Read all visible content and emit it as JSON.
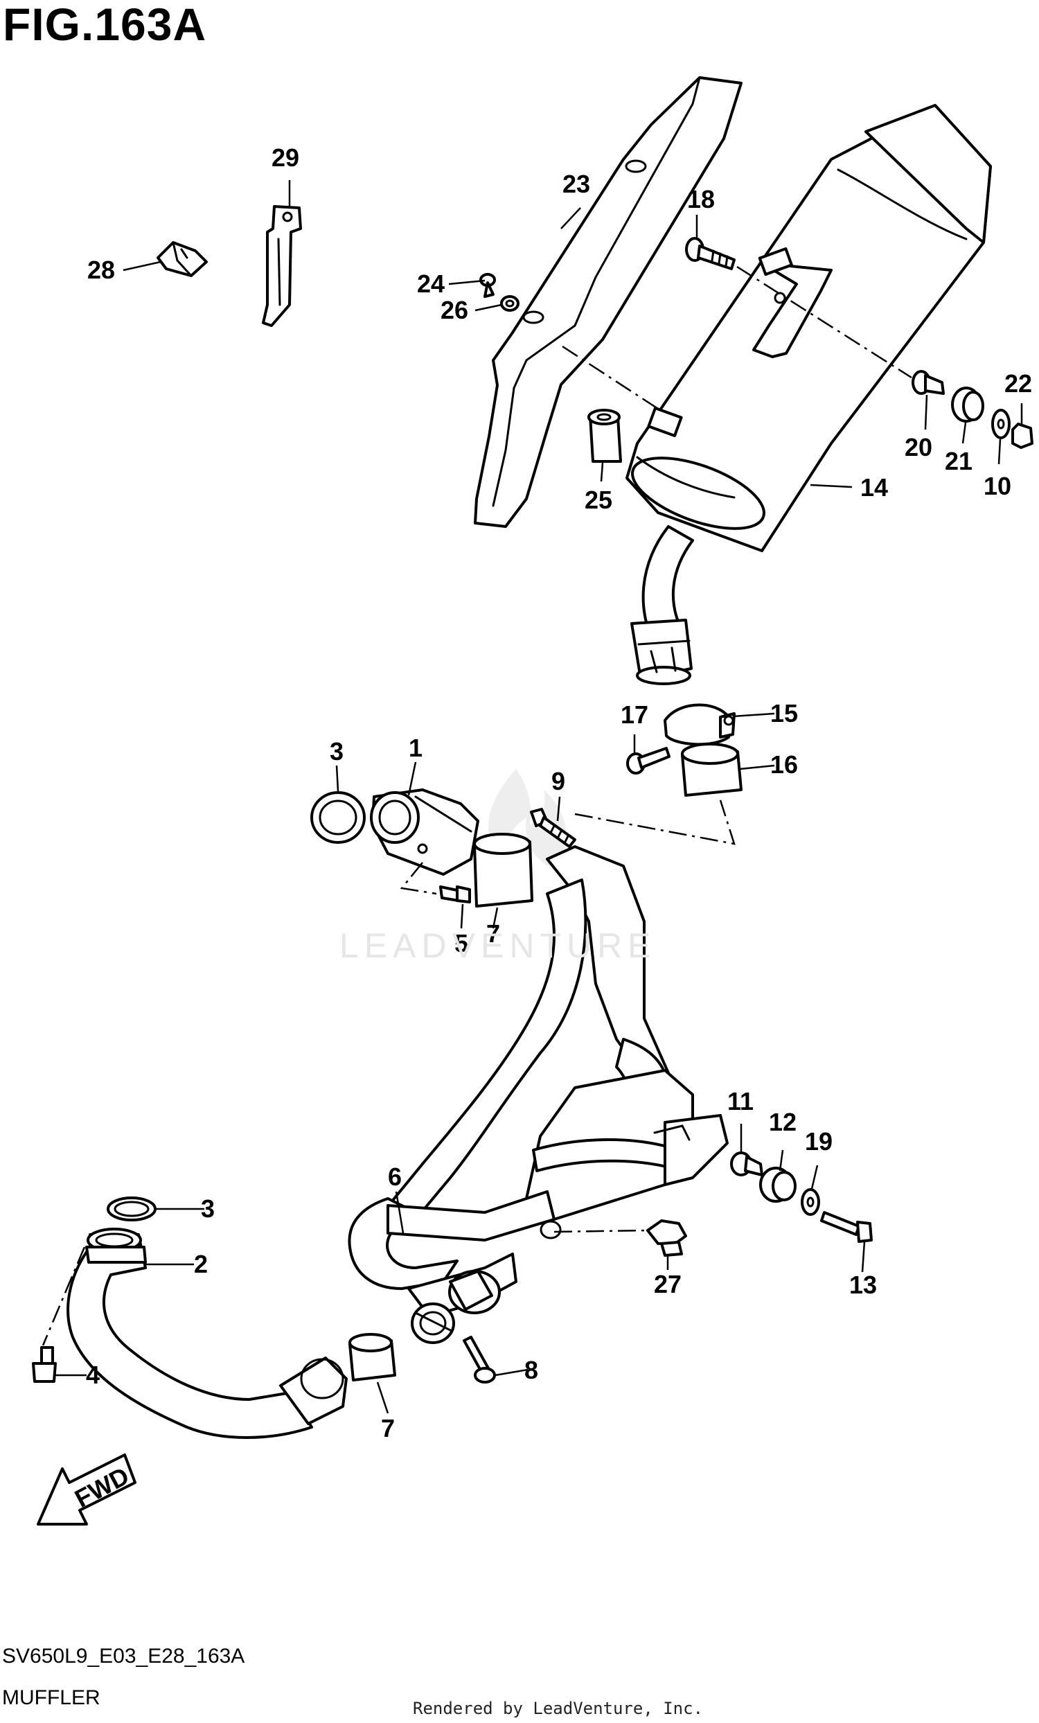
{
  "header": {
    "figure_title": "FIG.163A"
  },
  "footer": {
    "model_code": "SV650L9_E03_E28_163A",
    "section_name": "MUFFLER",
    "render_credit": "Rendered by LeadVenture, Inc."
  },
  "watermark": {
    "text": "LEADVENTURE"
  },
  "direction_marker": {
    "label": "FWD"
  },
  "callouts": [
    {
      "id": "c1",
      "label": "1"
    },
    {
      "id": "c2",
      "label": "2"
    },
    {
      "id": "c3a",
      "label": "3"
    },
    {
      "id": "c3b",
      "label": "3"
    },
    {
      "id": "c4",
      "label": "4"
    },
    {
      "id": "c5",
      "label": "5"
    },
    {
      "id": "c6",
      "label": "6"
    },
    {
      "id": "c7a",
      "label": "7"
    },
    {
      "id": "c7b",
      "label": "7"
    },
    {
      "id": "c8",
      "label": "8"
    },
    {
      "id": "c9",
      "label": "9"
    },
    {
      "id": "c10",
      "label": "10"
    },
    {
      "id": "c11",
      "label": "11"
    },
    {
      "id": "c12",
      "label": "12"
    },
    {
      "id": "c13",
      "label": "13"
    },
    {
      "id": "c14",
      "label": "14"
    },
    {
      "id": "c15",
      "label": "15"
    },
    {
      "id": "c16",
      "label": "16"
    },
    {
      "id": "c17",
      "label": "17"
    },
    {
      "id": "c18",
      "label": "18"
    },
    {
      "id": "c19",
      "label": "19"
    },
    {
      "id": "c20",
      "label": "20"
    },
    {
      "id": "c21",
      "label": "21"
    },
    {
      "id": "c22",
      "label": "22"
    },
    {
      "id": "c23",
      "label": "23"
    },
    {
      "id": "c24",
      "label": "24"
    },
    {
      "id": "c25",
      "label": "25"
    },
    {
      "id": "c26",
      "label": "26"
    },
    {
      "id": "c27",
      "label": "27"
    },
    {
      "id": "c28",
      "label": "28"
    },
    {
      "id": "c29",
      "label": "29"
    }
  ]
}
